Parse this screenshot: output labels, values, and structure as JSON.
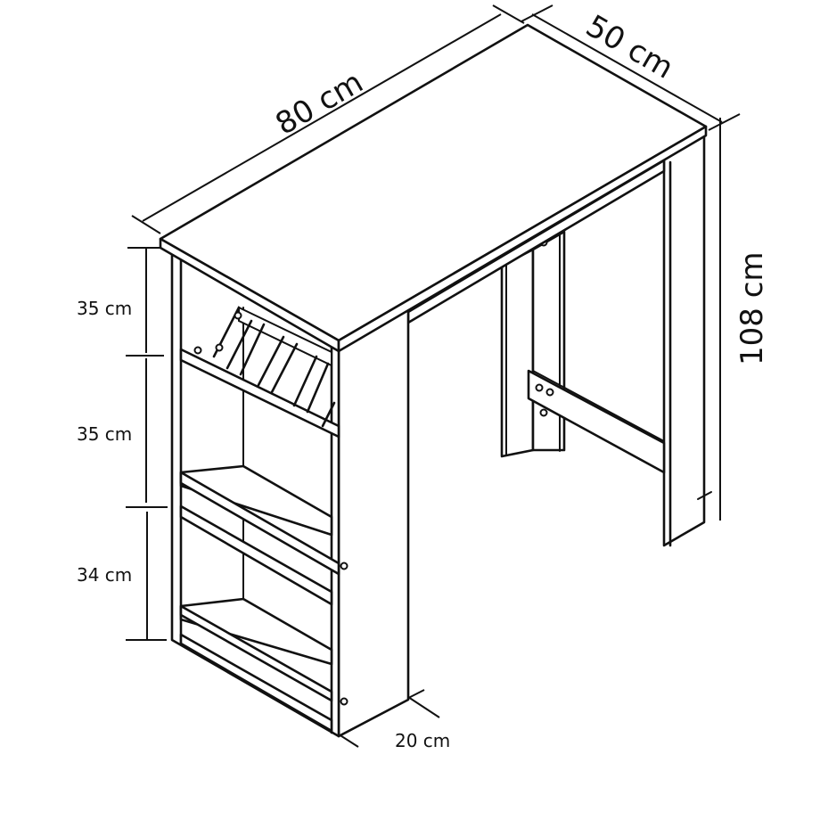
{
  "diagram": {
    "subject": "bar table with side storage shelves and wine rack",
    "line_color": "#111111",
    "background": "#ffffff"
  },
  "dimensions": {
    "width": "80 cm",
    "depth": "50 cm",
    "height": "108 cm",
    "shelf_depth": "20 cm",
    "compartments": [
      {
        "label": "35 cm"
      },
      {
        "label": "35 cm"
      },
      {
        "label": "34 cm"
      }
    ]
  }
}
